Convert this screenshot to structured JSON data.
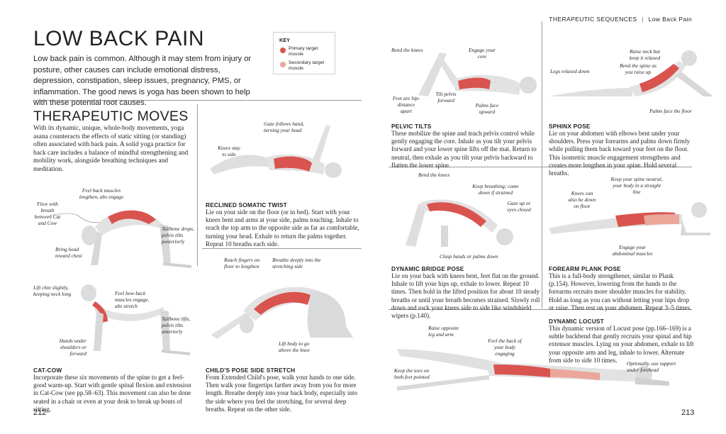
{
  "header": {
    "section": "THERAPEUTIC SEQUENCES",
    "separator": "|",
    "subsection": "Low Back Pain"
  },
  "title": "LOW BACK PAIN",
  "intro": "Low back pain is common. Although it may stem from injury or posture, other causes can include emotional distress, depression, constipation, sleep issues, pregnancy, PMS, or inflammation. The good news is yoga has been shown to help with these potential root causes.",
  "key": {
    "title": "KEY",
    "primary": "Primary target muscle",
    "secondary": "Secondary target muscle",
    "primary_color": "#d9534f",
    "secondary_color": "#eaa79a"
  },
  "moves": {
    "heading": "THERAPEUTIC MOVES",
    "text": "With its dynamic, unique, whole-body movements, yoga asana counteracts the effects of static sitting (or standing) often associated with back pain. A solid yoga practice for back care includes a balance of mindful strengthening and mobility work, alongside breathing techniques and meditation."
  },
  "catcow": {
    "heading": "CAT-COW",
    "text": "Incorporate these six movements of the spine to get a feel-good warm-up. Start with gentle spinal flexion and extension in Cat-Cow (see pp.58–63). This movement can also be done seated in a chair or even at your desk to break up bouts of sitting.",
    "ann": {
      "flow": "Flow with breath between Cat and Cow",
      "feel_back": "Feel back muscles lengthen, abs engage",
      "tailbone_drops": "Tailbone drops, pelvis tilts posteriorly",
      "bring_head": "Bring head toward chest",
      "lift_chin": "Lift chin slightly, keeping neck long",
      "feel_how": "Feel how back muscles engage, abs stretch",
      "tailbone_lifts": "Tailbone lifts, pelvis tilts anteriorly",
      "hands_under": "Hands under shoulders or forward"
    }
  },
  "twist": {
    "heading": "RECLINED SOMATIC TWIST",
    "text": "Lie on your side on the floor (or in bed). Start with your knees bent and arms at your side, palms touching. Inhale to reach the top arm to the opposite side as far as comfortable, turning your head. Exhale to return the palms together. Repeat 10 breaths each side.",
    "ann": {
      "gaze": "Gaze follows hand, turning your head",
      "knees": "Knees stay to side"
    }
  },
  "childs": {
    "heading": "CHILD'S POSE SIDE STRETCH",
    "text": "From Extended Child's pose, walk your hands to one side. Then walk your fingertips farther away from you for more length. Breathe deeply into your back body, especially into the side where you feel the stretching, for several deep breaths. Repeat on the other side.",
    "ann": {
      "reach": "Reach fingers on floor to lengthen",
      "breathe": "Breathe deeply into the stretching side",
      "lift_body": "Lift body to go above the knee"
    }
  },
  "pelvic": {
    "heading": "PELVIC TILTS",
    "text": "These mobilize the spine and teach pelvis control while gently engaging the core. Inhale as you tilt your pelvis forward and your lower spine lifts off the mat. Return to neutral, then exhale as you tilt your pelvis backward to flatten the lower spine.",
    "ann": {
      "bend": "Bend the knees",
      "engage": "Engage your core",
      "feet": "Feet are hip-distance apart",
      "tilt": "Tilt pelvis forward",
      "palms": "Palms face upward"
    }
  },
  "sphinx": {
    "heading": "SPHINX POSE",
    "text": "Lie on your abdomen with elbows bent under your shoulders. Press your forearms and palms down firmly while pulling them back toward your feet on the floor. This isometric muscle engagement strengthens and creates more lengthen in your spine. Hold several breaths.",
    "ann": {
      "raise": "Raise neck but keep it relaxed",
      "legs": "Legs relaxed down",
      "bend_spine": "Bend the spine as you raise up",
      "palms": "Palms face the floor"
    }
  },
  "bridge": {
    "heading": "DYNAMIC BRIDGE POSE",
    "text": "Lie on your back with knees bent, feet flat on the ground. Inhale to lift your hips up, exhale to lower. Repeat 10 times. Then hold in the lifted position for about 10 steady breaths or until your breath becomes strained. Slowly roll down and rock your knees side to side like windshield wipers (p.140).",
    "ann": {
      "bend": "Bend the knees",
      "keep": "Keep breathing; come down if strained",
      "gaze": "Gaze up or eyes closed",
      "clasp": "Clasp hands or palms down"
    }
  },
  "plank": {
    "heading": "FOREARM PLANK POSE",
    "text": "This is a full-body strengthener, similar to Plank (p.154). However, lowering from the hands to the forearms recruits more shoulder muscles for stability. Hold as long as you can without letting your hips drop or raise. Then rest on your abdomen. Repeat 3–5 times.",
    "ann": {
      "keep": "Keep your spine neutral, your body in a straight line",
      "knees": "Knees can also be down on floor",
      "engage": "Engage your abdominal muscles"
    }
  },
  "locust": {
    "heading": "DYNAMIC LOCUST",
    "text": "This dynamic version of Locust pose (pp.166–169) is a subtle backbend that gently recruits your spinal and hip extensor muscles. Lying on your abdomen, exhale to lift your opposite arm and leg, inhale to lower. Alternate from side to side 10 times.",
    "ann": {
      "raise": "Raise opposite leg and arm",
      "feel": "Feel the back of your body engaging",
      "optionally": "Optionally, use support under forehead",
      "toes": "Keep the toes on both feet pointed"
    }
  },
  "page_left": "212",
  "page_right": "213"
}
